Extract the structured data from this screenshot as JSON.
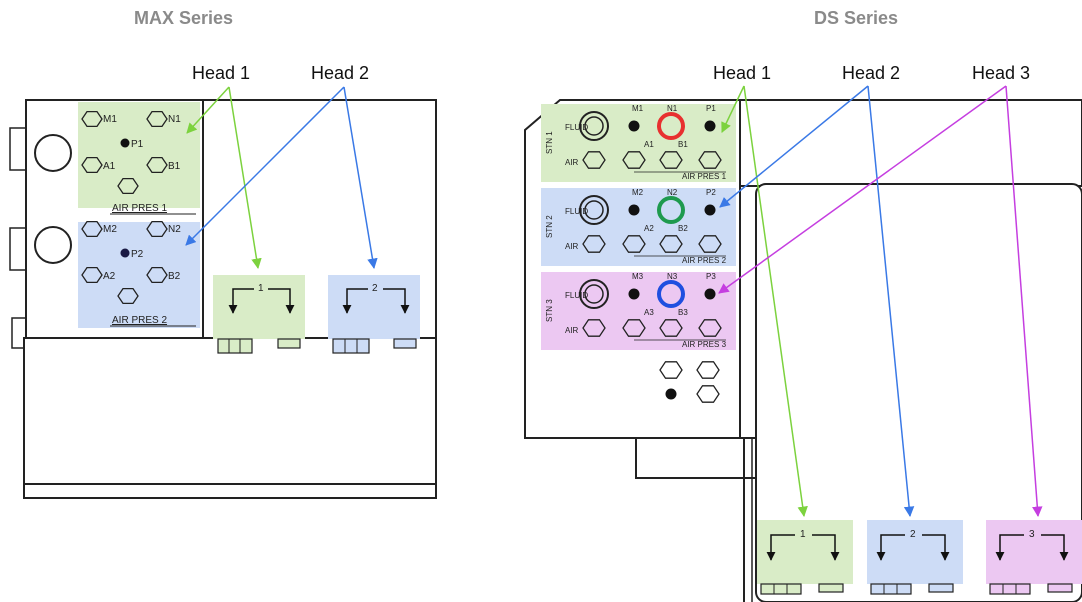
{
  "titles": {
    "max": "MAX Series",
    "ds": "DS Series"
  },
  "max": {
    "callouts": [
      "Head 1",
      "Head 2"
    ],
    "station1": {
      "ports": [
        "M1",
        "N1",
        "P1",
        "A1",
        "B1"
      ],
      "label": "AIR PRES 1"
    },
    "station2": {
      "ports": [
        "M2",
        "N2",
        "P2",
        "A2",
        "B2"
      ],
      "label": "AIR PRES 2"
    },
    "nozzles": [
      "1",
      "2"
    ]
  },
  "ds": {
    "callouts": [
      "Head 1",
      "Head 2",
      "Head 3"
    ],
    "stations": [
      {
        "side": "STN 1",
        "ports": [
          "M1",
          "N1",
          "P1",
          "A1",
          "B1"
        ],
        "label": "AIR PRES 1",
        "ring": "#e8302f"
      },
      {
        "side": "STN 2",
        "ports": [
          "M2",
          "N2",
          "P2",
          "A2",
          "B2"
        ],
        "label": "AIR PRES 2",
        "ring": "#1e9a4e"
      },
      {
        "side": "STN 3",
        "ports": [
          "M3",
          "N3",
          "P3",
          "A3",
          "B3"
        ],
        "label": "AIR PRES 3",
        "ring": "#1f4fe0"
      }
    ],
    "fluid_label": "FLUID",
    "air_label": "AIR",
    "nozzles": [
      "1",
      "2",
      "3"
    ]
  },
  "colors": {
    "green_fill": "#d9ecc7",
    "blue_fill": "#cddcf6",
    "purple_fill": "#ecc8f2",
    "green_arrow": "#7cd23e",
    "blue_arrow": "#3a79e6",
    "purple_arrow": "#c53ee0"
  }
}
